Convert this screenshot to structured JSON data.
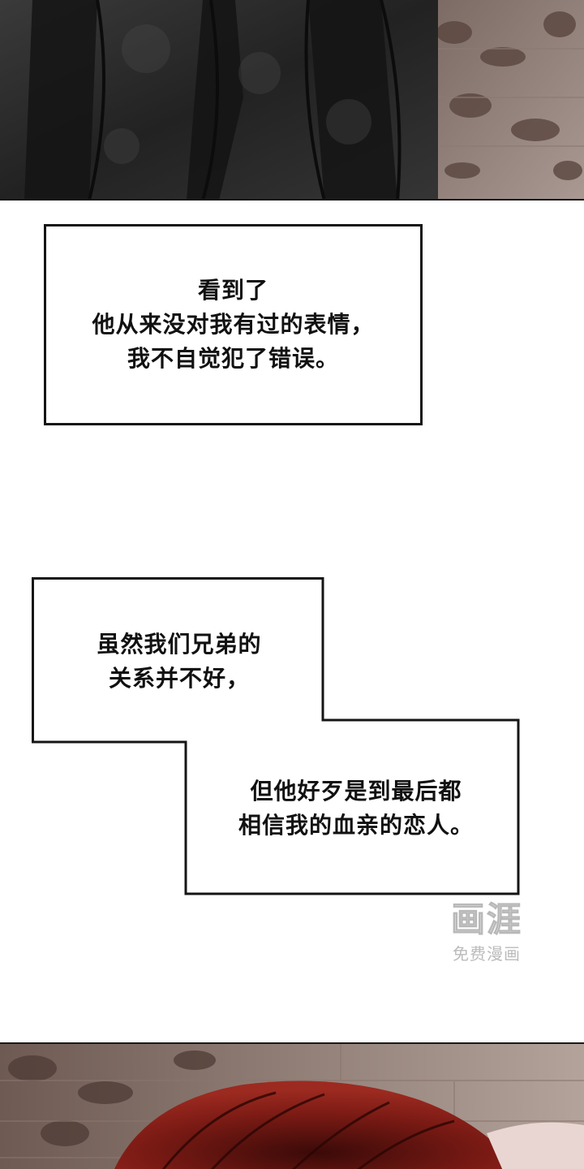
{
  "panels": {
    "top": {
      "description_icon": "coat-brick-wall-illustration"
    },
    "bottom": {
      "description_icon": "red-hair-brick-wall-illustration"
    }
  },
  "narration_1": {
    "lines": [
      "看到了",
      "他从来没对我有过的表情，",
      "我不自觉犯了错误。"
    ]
  },
  "narration_2": {
    "part_a": [
      "虽然我们兄弟的",
      "关系并不好，"
    ],
    "part_b": [
      "但他好歹是到最后都",
      "相信我的血亲的恋人。"
    ]
  },
  "watermark": {
    "logo": "画涯",
    "subtitle": "免费漫画"
  },
  "colors": {
    "border": "#151515",
    "wall_brown": "#6b5a52",
    "hair_red": "#7a1a14",
    "coat_dark": "#2a2a2a"
  }
}
